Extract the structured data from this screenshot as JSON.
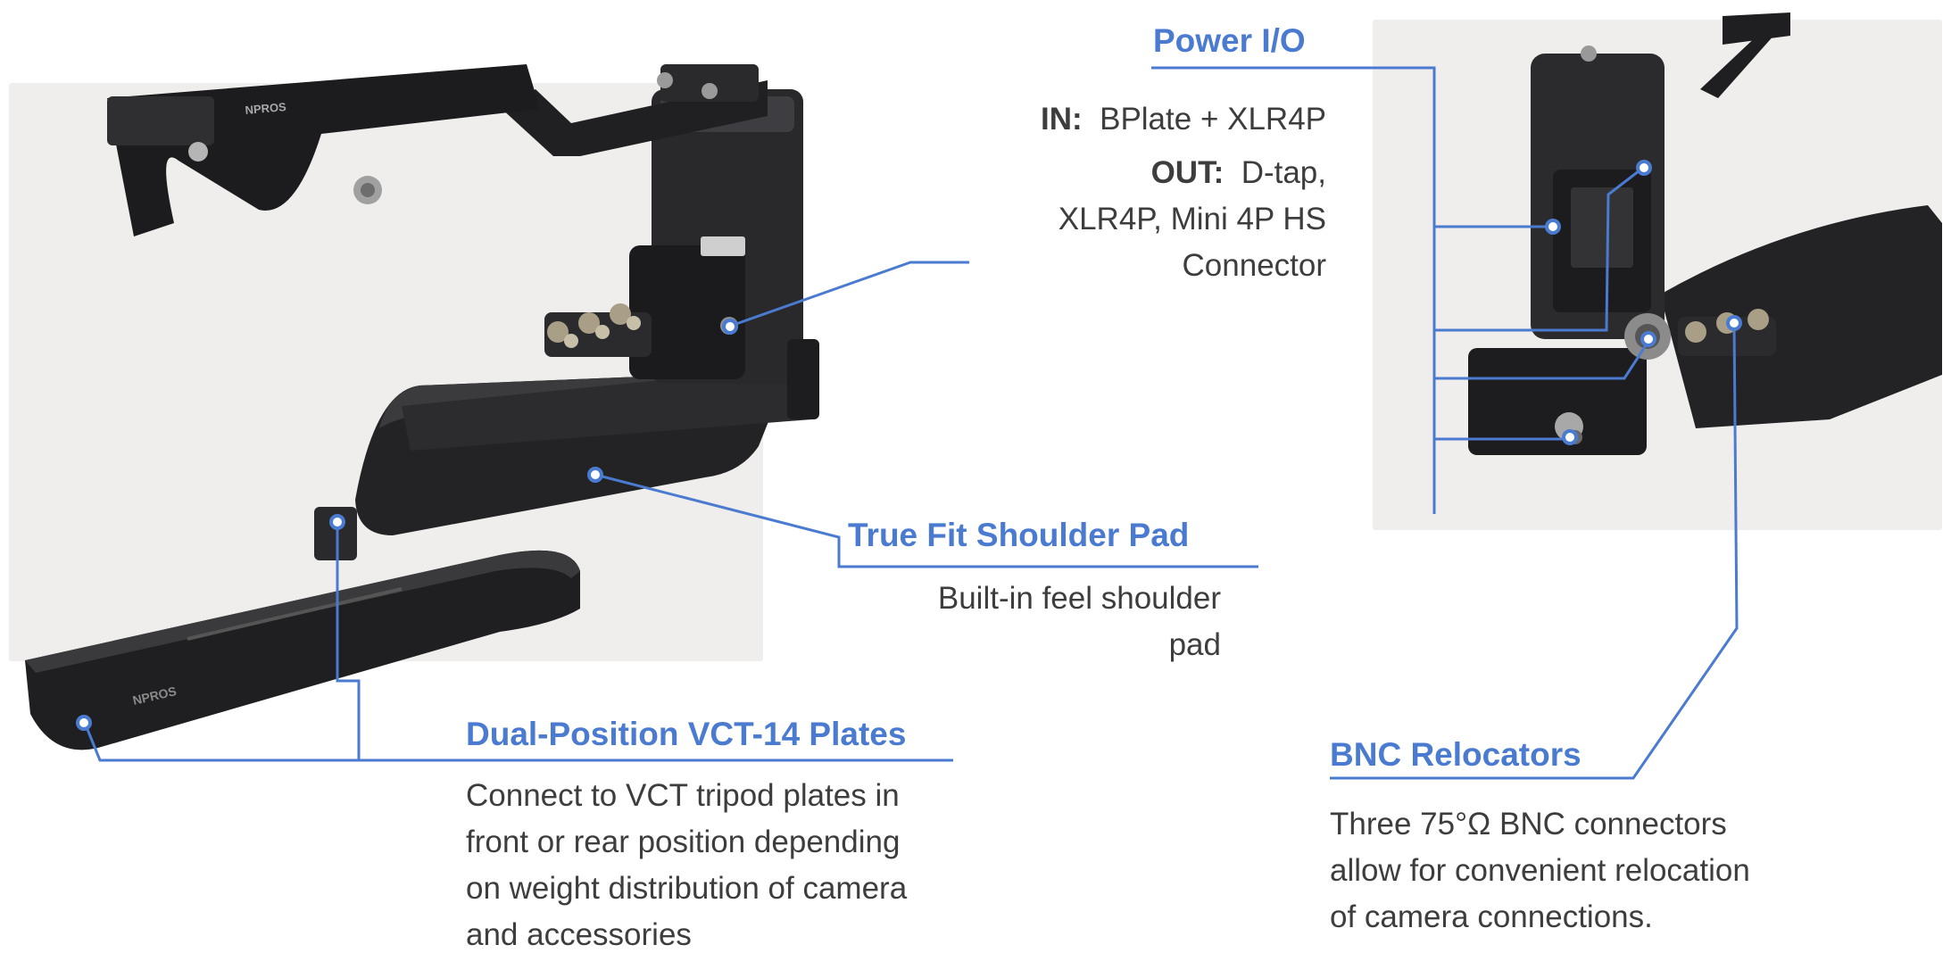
{
  "callouts": {
    "power_io": {
      "title": "Power I/O",
      "in_label": "IN:",
      "in_value": "BPlate + XLR4P",
      "out_label": "OUT:",
      "out_value_line1": "D-tap,",
      "out_value_line2": "XLR4P, Mini 4P HS",
      "out_value_line3": "Connector"
    },
    "shoulder_pad": {
      "title": "True Fit Shoulder Pad",
      "line1": "Built-in feel shoulder",
      "line2": "pad"
    },
    "vct_plates": {
      "title": "Dual-Position VCT-14 Plates",
      "line1": "Connect to VCT tripod plates in",
      "line2": "front or rear position depending",
      "line3": "on weight distribution of camera",
      "line4": "and accessories"
    },
    "bnc": {
      "title": "BNC Relocators",
      "line1": "Three 75°Ω BNC connectors",
      "line2": "allow for convenient relocation",
      "line3": "of camera connections."
    }
  },
  "logos": {
    "handle": "NPROS",
    "plate": "NPROS"
  },
  "colors": {
    "accent": "#4a7bd0",
    "body_text": "#3d3d3d",
    "photo_bg": "#efeeec",
    "rig": "#1f1f21"
  }
}
